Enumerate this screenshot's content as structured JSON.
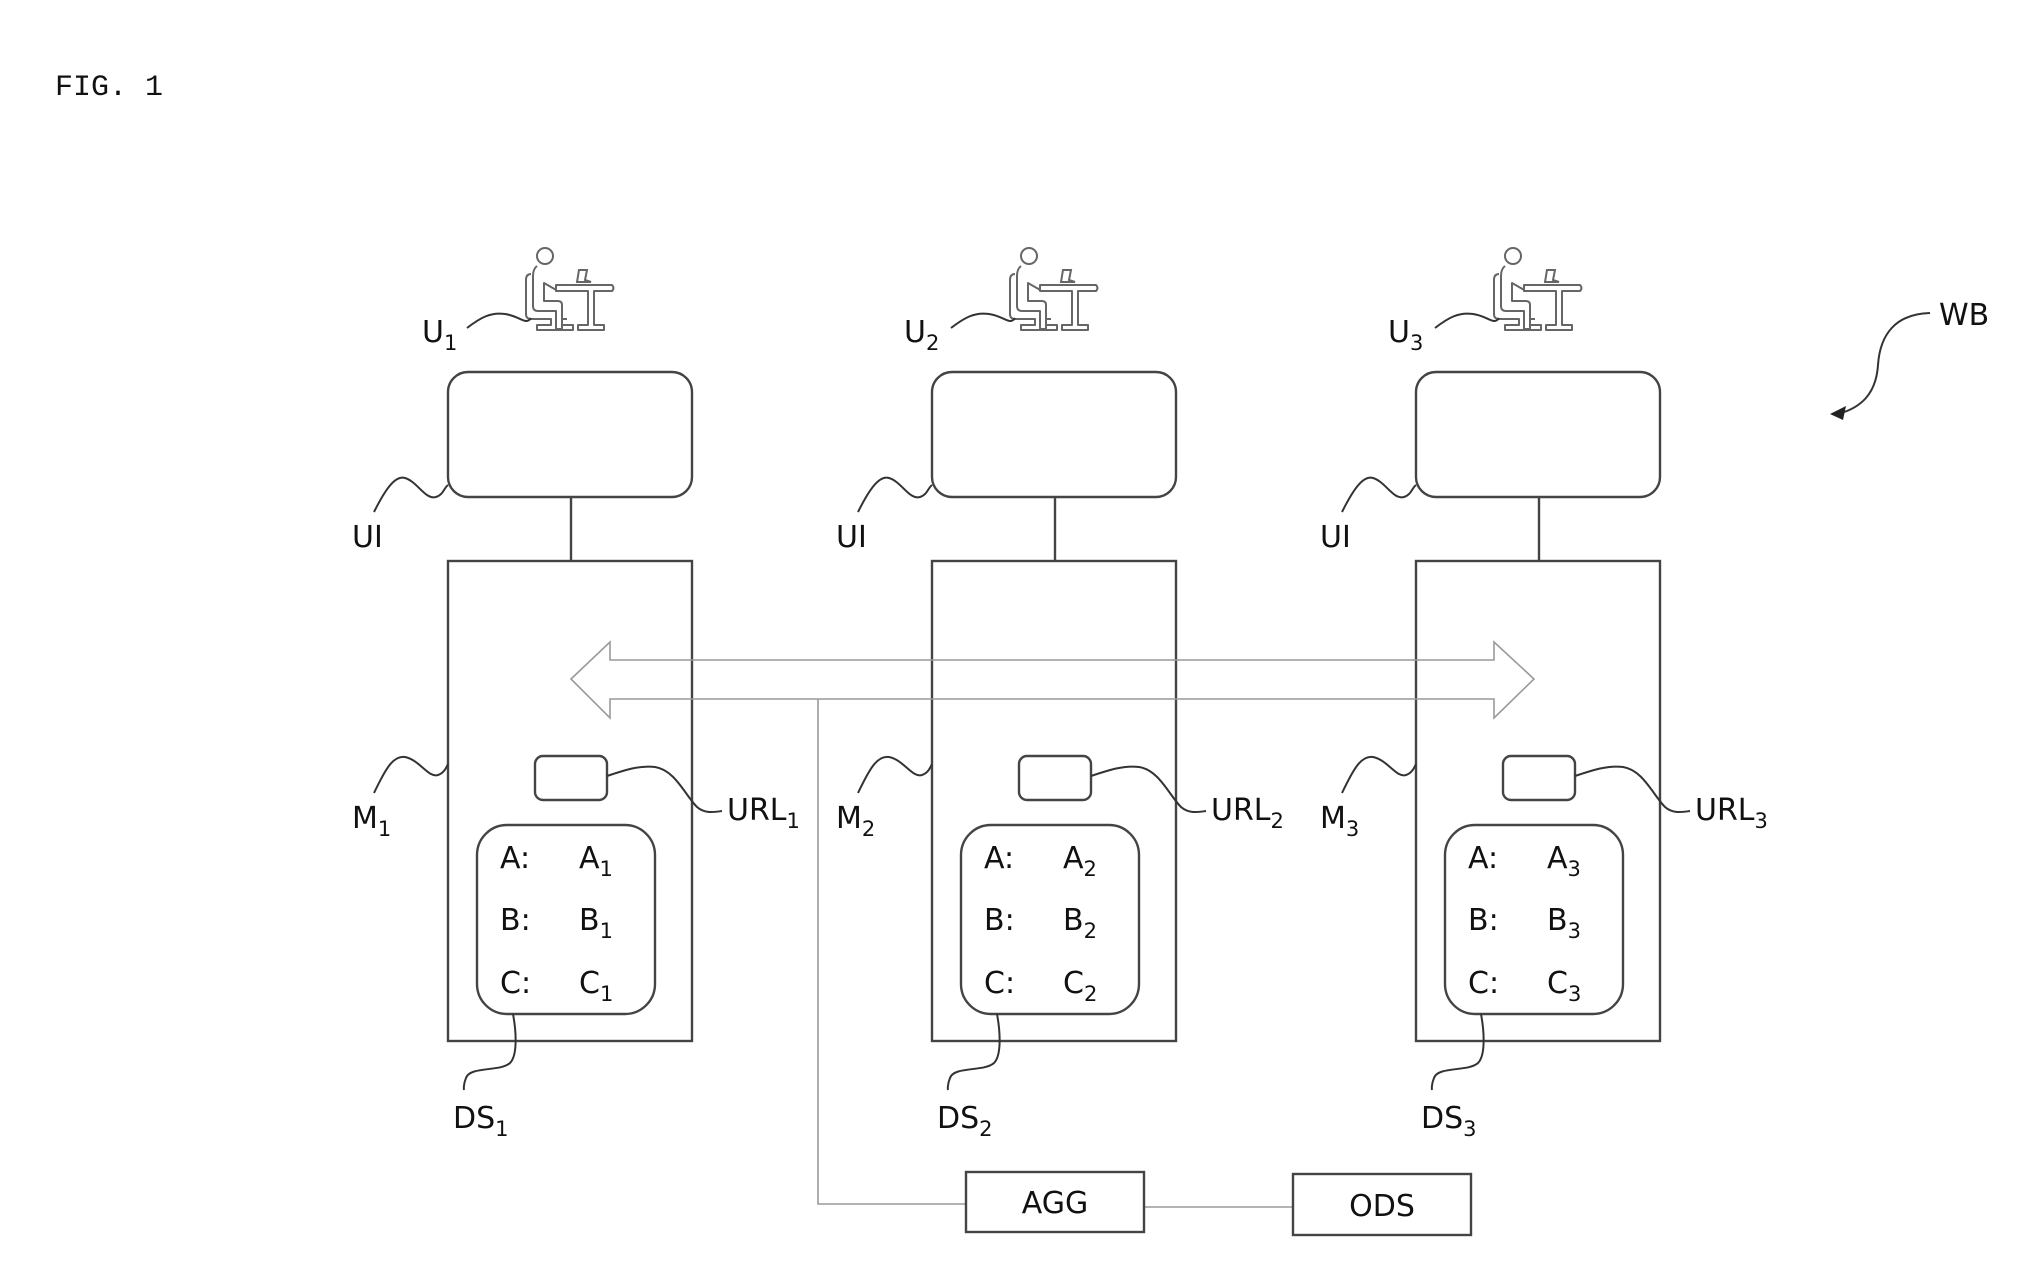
{
  "figure": {
    "title": "FIG. 1",
    "system_label": "WB"
  },
  "columns": [
    {
      "user": {
        "base": "U",
        "sub": "1"
      },
      "ui_label": "UI",
      "machine": {
        "base": "M",
        "sub": "1"
      },
      "url": {
        "base": "URL",
        "sub": "1"
      },
      "datastore": {
        "base": "DS",
        "sub": "1"
      },
      "rows": [
        {
          "key": "A:",
          "val": "A",
          "sub": "1"
        },
        {
          "key": "B:",
          "val": "B",
          "sub": "1"
        },
        {
          "key": "C:",
          "val": "C",
          "sub": "1"
        }
      ]
    },
    {
      "user": {
        "base": "U",
        "sub": "2"
      },
      "ui_label": "UI",
      "machine": {
        "base": "M",
        "sub": "2"
      },
      "url": {
        "base": "URL",
        "sub": "2"
      },
      "datastore": {
        "base": "DS",
        "sub": "2"
      },
      "rows": [
        {
          "key": "A:",
          "val": "A",
          "sub": "2"
        },
        {
          "key": "B:",
          "val": "B",
          "sub": "2"
        },
        {
          "key": "C:",
          "val": "C",
          "sub": "2"
        }
      ]
    },
    {
      "user": {
        "base": "U",
        "sub": "3"
      },
      "ui_label": "UI",
      "machine": {
        "base": "M",
        "sub": "3"
      },
      "url": {
        "base": "URL",
        "sub": "3"
      },
      "datastore": {
        "base": "DS",
        "sub": "3"
      },
      "rows": [
        {
          "key": "A:",
          "val": "A",
          "sub": "3"
        },
        {
          "key": "B:",
          "val": "B",
          "sub": "3"
        },
        {
          "key": "C:",
          "val": "C",
          "sub": "3"
        }
      ]
    }
  ],
  "aggregator": {
    "label": "AGG"
  },
  "output_store": {
    "label": "ODS"
  }
}
